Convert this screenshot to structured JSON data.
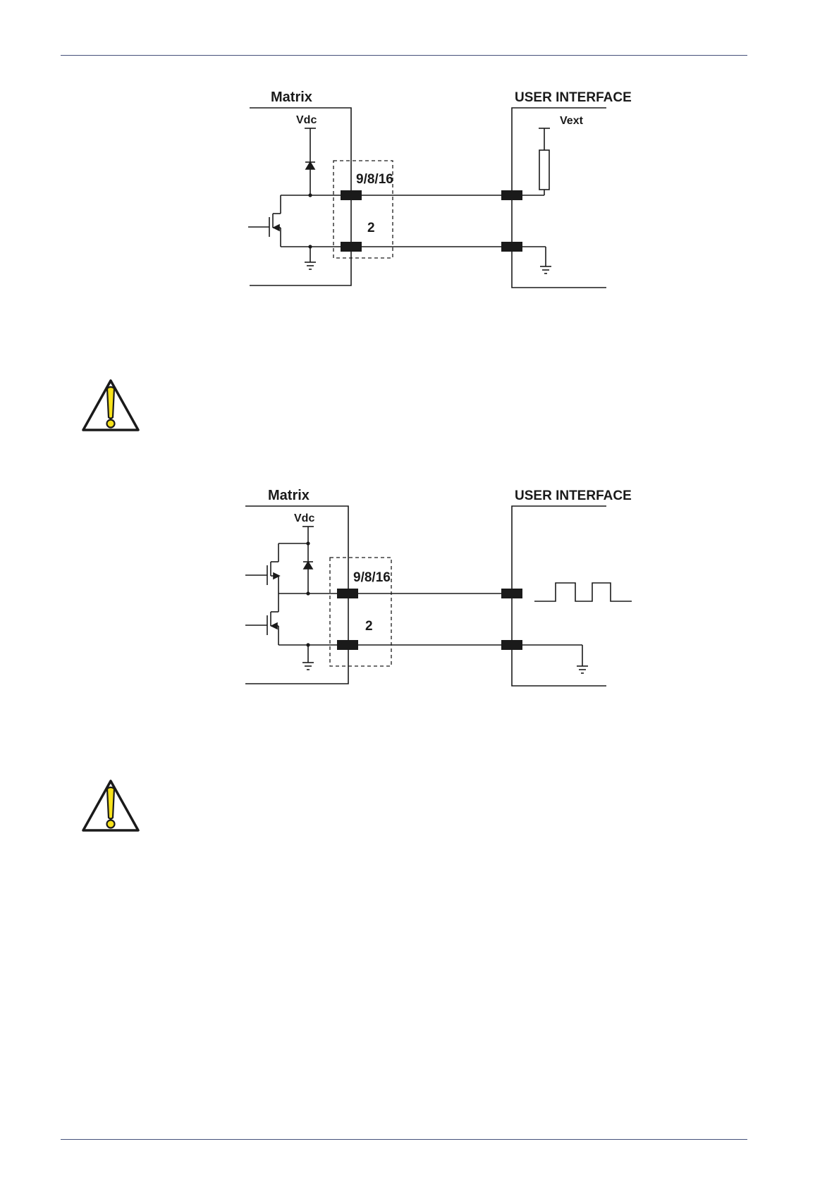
{
  "figure1": {
    "left_label": "Matrix",
    "right_label": "USER INTERFACE",
    "supply_label": "Vdc",
    "ext_supply_label": "Vext",
    "pin_top_label": "9/8/16",
    "pin_bottom_label": "2"
  },
  "figure2": {
    "left_label": "Matrix",
    "right_label": "USER INTERFACE",
    "supply_label": "Vdc",
    "pin_top_label": "9/8/16",
    "pin_bottom_label": "2"
  },
  "caution_icon": "caution-triangle-icon",
  "colors": {
    "rule": "#44507a",
    "caution_fill": "#f7e21a",
    "ink": "#1a1a1a"
  }
}
